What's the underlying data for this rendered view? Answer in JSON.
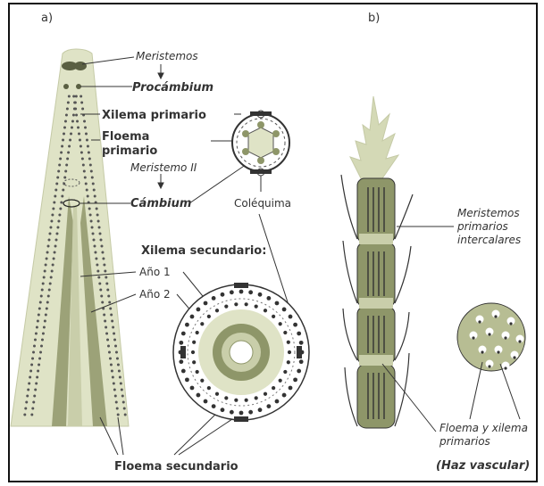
{
  "panel_a": {
    "tag": "a)",
    "labels": {
      "meristemos": "Meristemos",
      "procambium": "Procámbium",
      "xilema_primario": "Xilema primario",
      "floema_primario_1": "Floema",
      "floema_primario_2": "primario",
      "meristemo_ii": "Meristemo II",
      "cambium": "Cámbium",
      "colequima": "Coléquima",
      "xilema_secundario": "Xilema secundario:",
      "ano_1": "Año 1",
      "ano_2": "Año 2",
      "floema_secundario": "Floema secundario"
    }
  },
  "panel_b": {
    "tag": "b)",
    "labels": {
      "meristemos_1": "Meristemos",
      "meristemos_2": "primarios",
      "meristemos_3": "intercalares",
      "floema_xilema_1": "Floema y xilema",
      "floema_xilema_2": "primarios",
      "haz_vascular": "(Haz vascular)"
    }
  },
  "colors": {
    "stem_light": "#dfe3c6",
    "stem_mid": "#b7bd93",
    "stem_dark": "#8e9669",
    "outline": "#222222",
    "frame": "#111111"
  }
}
